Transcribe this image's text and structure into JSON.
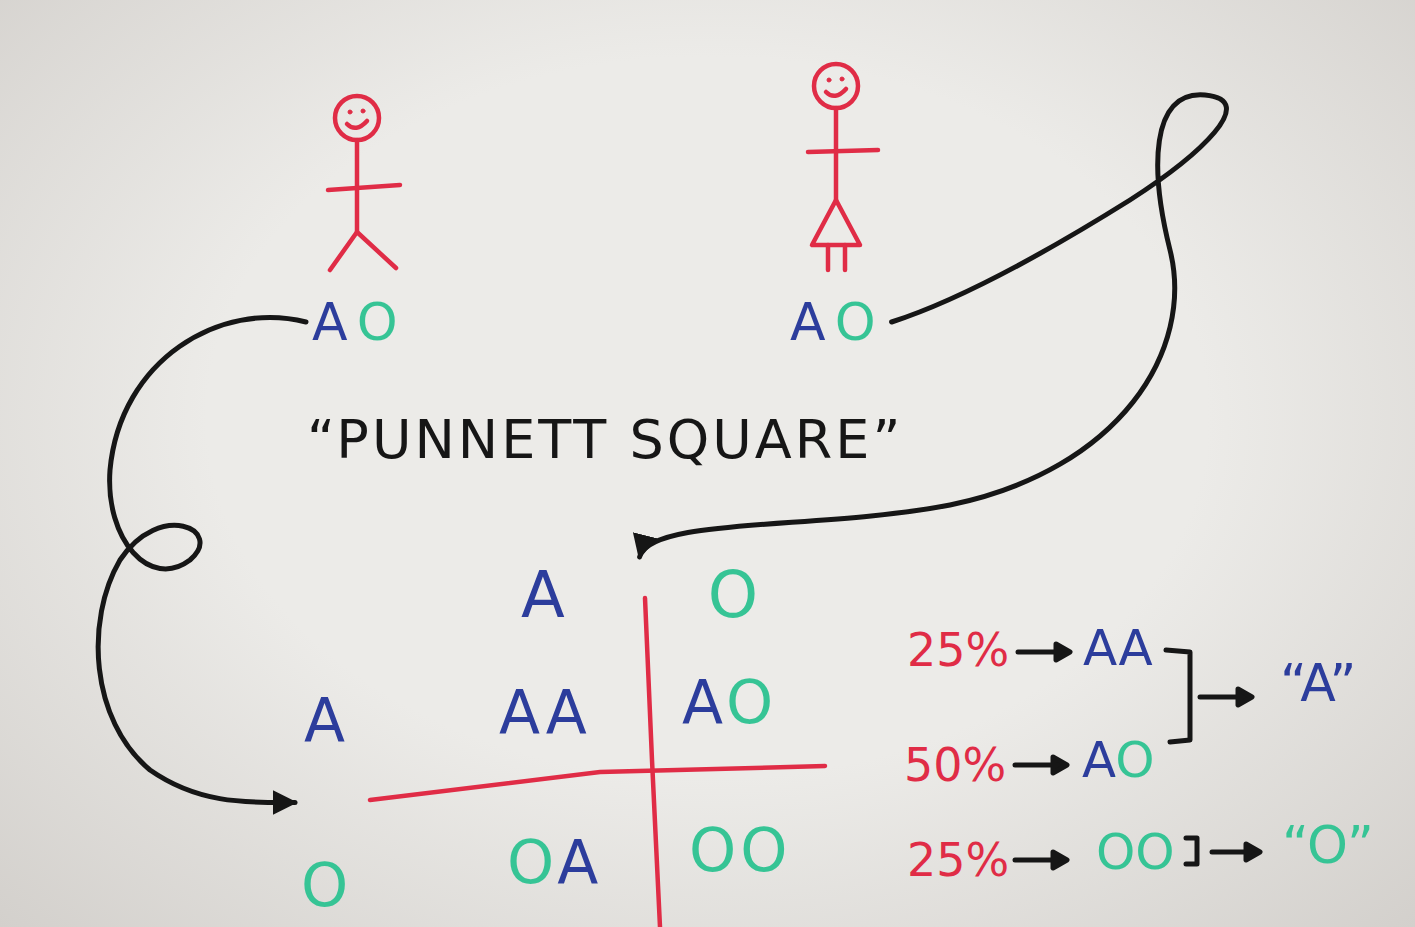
{
  "diagram": {
    "title": "“PUNNETT SQUARE”",
    "nodes": [
      {
        "text": [
          "AO"
        ]
      },
      {
        "text": [
          "AO"
        ]
      },
      {
        "text": [
          "A",
          "O"
        ]
      },
      {
        "text": [
          "A",
          "O"
        ]
      }
    ],
    "edges": [
      {
        "from": 0,
        "to": 3,
        "arrow": "to"
      },
      {
        "from": 1,
        "to": 2,
        "arrow": "to"
      }
    ],
    "labels": [
      "AA",
      "AO",
      "OA",
      "OO",
      "25%",
      "AA",
      "50%",
      "AO",
      "“A”",
      "25%",
      "OO",
      "“O”"
    ]
  }
}
